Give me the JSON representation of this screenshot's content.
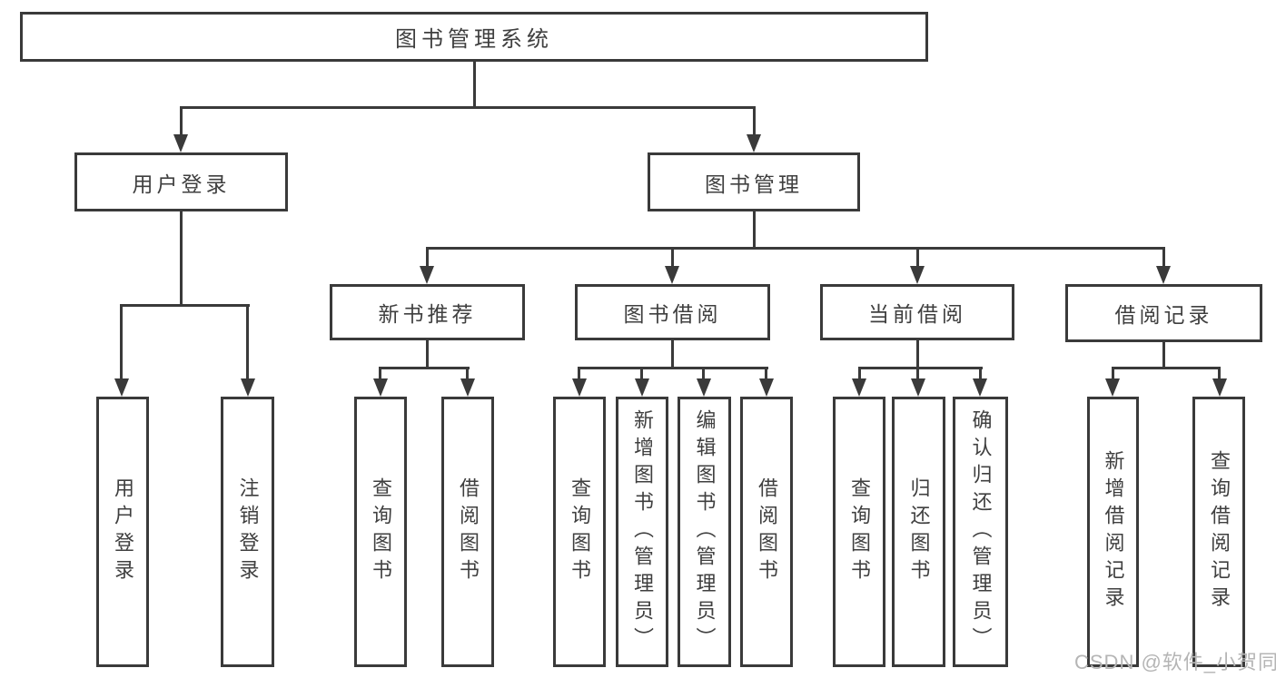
{
  "diagram": {
    "root": {
      "label": "图书管理系统"
    },
    "level2": {
      "user_login": {
        "label": "用户登录"
      },
      "book_management": {
        "label": "图书管理"
      }
    },
    "level3": {
      "new_book_recommend": {
        "label": "新书推荐"
      },
      "book_borrow": {
        "label": "图书借阅"
      },
      "current_borrow": {
        "label": "当前借阅"
      },
      "borrow_record": {
        "label": "借阅记录"
      }
    },
    "leaves": {
      "user_login": {
        "label": "用户登录"
      },
      "logout": {
        "label": "注销登录"
      },
      "nbr_query_book": {
        "label": "查询图书"
      },
      "nbr_borrow_book": {
        "label": "借阅图书"
      },
      "bb_query_book": {
        "label": "查询图书"
      },
      "bb_add_book": {
        "label": "新增图书（管理员）"
      },
      "bb_edit_book": {
        "label": "编辑图书（管理员）"
      },
      "bb_borrow_book": {
        "label": "借阅图书"
      },
      "cb_query_book": {
        "label": "查询图书"
      },
      "cb_return_book": {
        "label": "归还图书"
      },
      "cb_confirm_return": {
        "label": "确认归还（管理员）"
      },
      "br_add_record": {
        "label": "新增借阅记录"
      },
      "br_query_record": {
        "label": "查询借阅记录"
      }
    }
  },
  "watermark": {
    "text": "CSDN @软件_小贺同学"
  },
  "colors": {
    "line": "#3a3a3a",
    "text": "#3f3f3f",
    "watermark": "#b5b5b5",
    "background": "#ffffff"
  }
}
